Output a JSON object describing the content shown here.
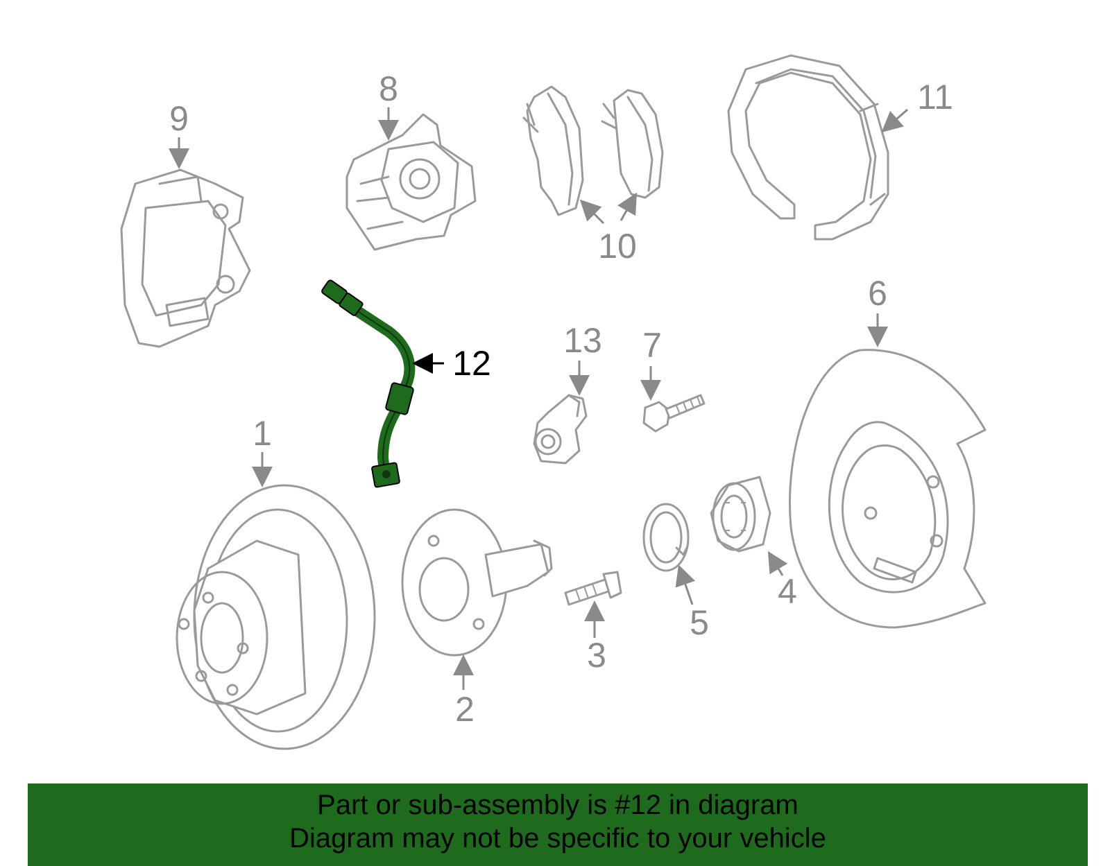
{
  "callouts": {
    "c1": "1",
    "c2": "2",
    "c3": "3",
    "c4": "4",
    "c5": "5",
    "c6": "6",
    "c7": "7",
    "c8": "8",
    "c9": "9",
    "c10": "10",
    "c11": "11",
    "c12": "12",
    "c13": "13"
  },
  "highlight": {
    "part_number": "12",
    "color": "#1e6b1e"
  },
  "colors": {
    "line_art": "#9a9a9a",
    "banner_bg": "#1e6b1e",
    "banner_text": "#000000"
  },
  "banner": {
    "line1": "Part or sub-assembly is #12 in diagram",
    "line2": "Diagram may not be specific to your vehicle"
  }
}
